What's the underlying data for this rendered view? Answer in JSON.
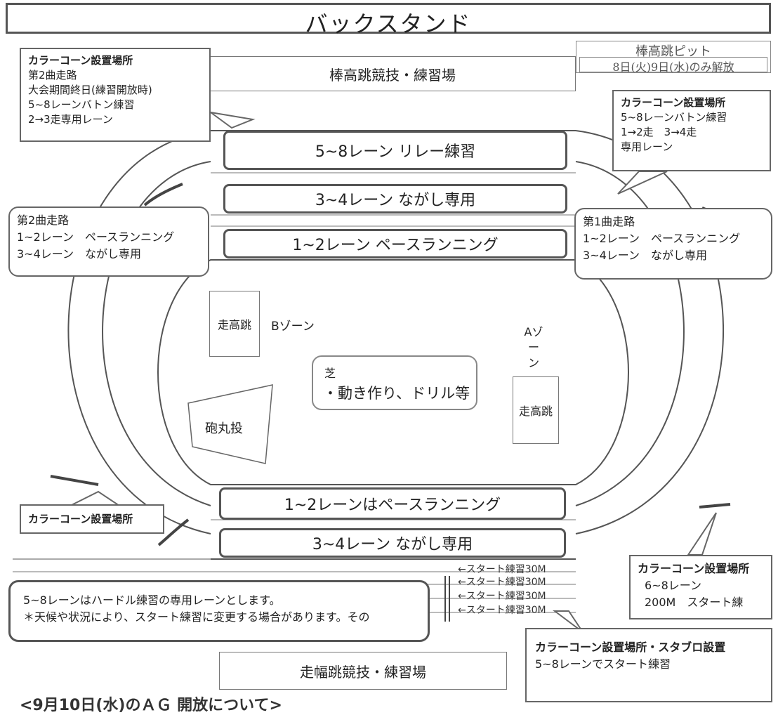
{
  "header": {
    "title": "バックスタンド"
  },
  "pole_vault_pit": {
    "title": "棒高跳ピット",
    "days": "8日(火)9日(水)のみ解放"
  },
  "pole_vault_area": "棒高跳競技・練習場",
  "long_jump_area": "走幅跳競技・練習場",
  "backstraight_lanes": [
    "5~8レーン リレー練習",
    "3~4レーン ながし専用",
    "1~2レーン ペースランニング"
  ],
  "homestraight_lanes": [
    "1~2レーンはペースランニング",
    "3~4レーン ながし専用"
  ],
  "callout_top_left": {
    "title": "カラーコーン設置場所",
    "lines": [
      "第2曲走路",
      "大会期間終日(練習開放時)",
      "5~8レーンバトン練習",
      "2→3走専用レーン"
    ]
  },
  "callout_top_right": {
    "title": "カラーコーン設置場所",
    "lines": [
      "5~8レーンバトン練習",
      "1→2走　3→4走",
      "専用レーン"
    ]
  },
  "callout_left_curve": {
    "lines": [
      "第2曲走路",
      "1~2レーン　ペースランニング",
      "3~4レーン　ながし専用"
    ]
  },
  "callout_right_curve": {
    "lines": [
      "第1曲走路",
      "1~2レーン　ペースランニング",
      "3~4レーン　ながし専用"
    ]
  },
  "field": {
    "high_jump_b": "走高跳",
    "zone_b": "Bゾーン",
    "zone_a": "Aゾー\nン",
    "high_jump_a": "走高跳",
    "shot_put": "砲丸投",
    "grass_title": "芝",
    "grass_note": "・動き作り、ドリル等"
  },
  "callout_bottom_left": {
    "title": "カラーコーン設置場所"
  },
  "start_practice": [
    "←スタート練習30M",
    "←スタート練習30M",
    "←スタート練習30M",
    "←スタート練習30M"
  ],
  "hurdle_note": {
    "line1": "5~8レーンはハードル練習の専用レーンとします。",
    "line2": "＊天候や状況により、スタート練習に変更する場合があります。その"
  },
  "callout_bottom_right": {
    "title": "カラーコーン設置場所",
    "lines": [
      "6~8レーン",
      "200M　スタート練"
    ]
  },
  "callout_bottom_right2": {
    "title": "カラーコーン設置場所・スタブロ設置",
    "lines": [
      "5~8レーンでスタート練習"
    ]
  },
  "footer_partial": "<9月10日(水)のＡＧ 開放について>"
}
